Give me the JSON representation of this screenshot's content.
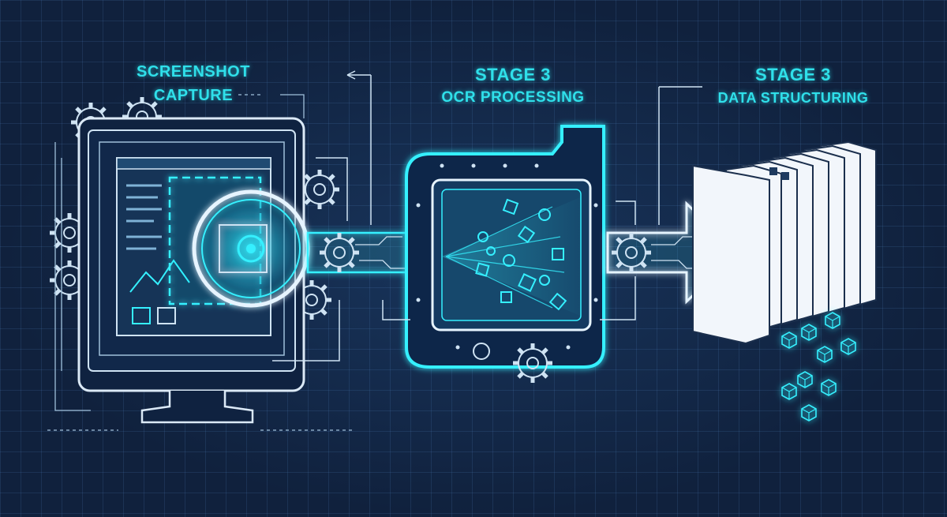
{
  "stages": [
    {
      "line1": "SCREENSHOT",
      "line2": "CAPTURE"
    },
    {
      "line1": "STAGE 3",
      "line2": "OCR PROCESSING"
    },
    {
      "line1": "STAGE 3",
      "line2": "DATA STRUCTURING"
    }
  ],
  "icons": {
    "stage1": "monitor-with-magnifier-icon",
    "stage2": "ocr-processor-chip-icon",
    "stage3": "document-stack-icon",
    "gears": "gear-icon",
    "flow": "arrow-right-icon"
  },
  "colors": {
    "background": "#10213d",
    "accent": "#2fe0ea",
    "line": "#cfe3f3",
    "glow": "#35f0ff"
  }
}
